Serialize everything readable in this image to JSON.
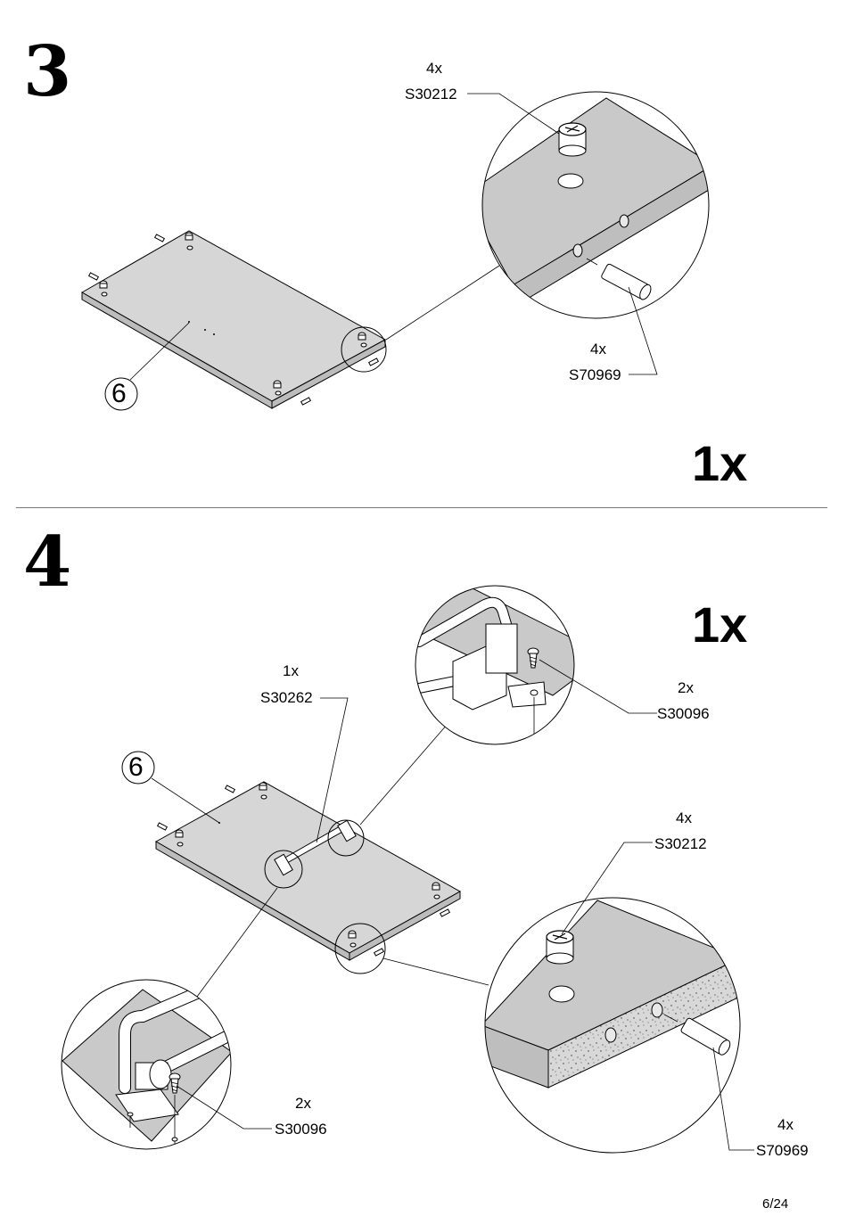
{
  "steps": [
    {
      "number": "3",
      "panel_quantity": "1x",
      "panel_part": "6",
      "callouts": [
        {
          "qty": "4x",
          "code": "S30212"
        },
        {
          "qty": "4x",
          "code": "S70969"
        }
      ]
    },
    {
      "number": "4",
      "panel_quantity": "1x",
      "panel_part": "6",
      "callouts": [
        {
          "qty": "1x",
          "code": "S30262"
        },
        {
          "qty": "2x",
          "code": "S30096"
        },
        {
          "qty": "4x",
          "code": "S30212"
        },
        {
          "qty": "2x",
          "code": "S30096"
        },
        {
          "qty": "4x",
          "code": "S70969"
        }
      ]
    }
  ],
  "page": "6/24",
  "colors": {
    "panel": "#d6d6d6",
    "panel_edge": "#bcbcbc",
    "detail_bg": "#c9c9c9",
    "line": "#000000",
    "divider": "#777777"
  }
}
